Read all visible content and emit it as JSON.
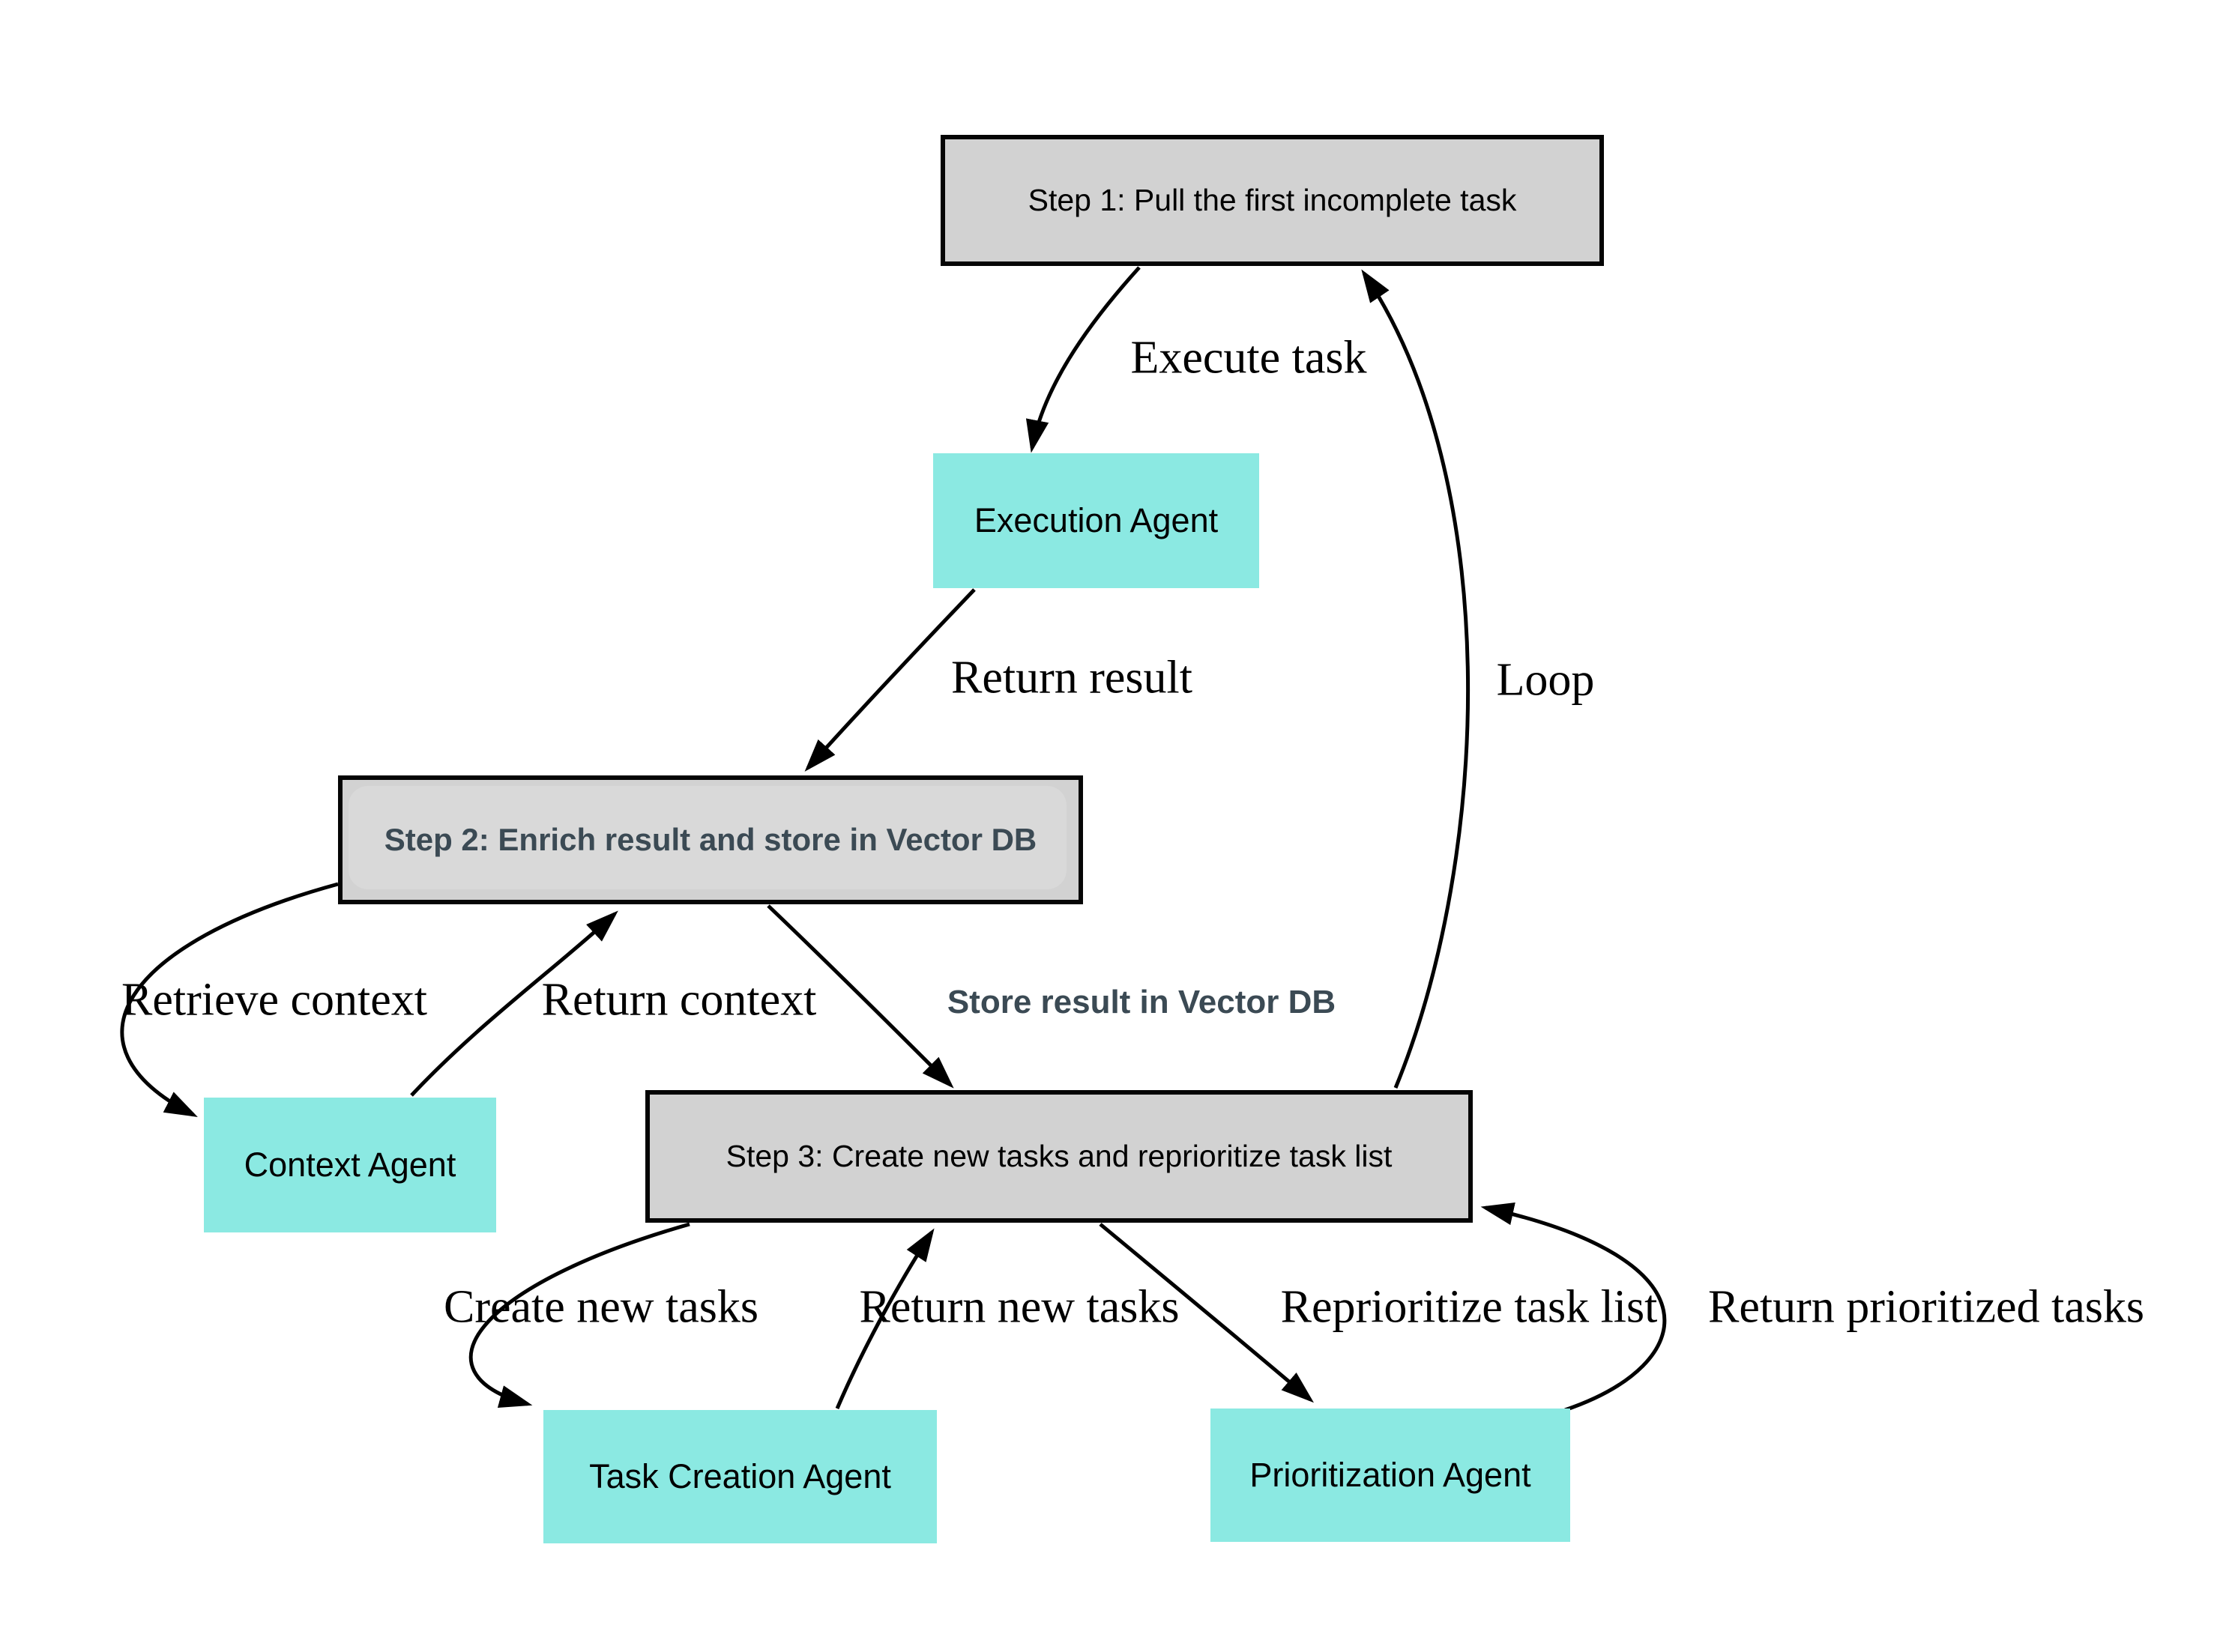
{
  "diagram": {
    "colors": {
      "background": "#ffffff",
      "step_fill": "#d2d2d2",
      "step_border": "#050505",
      "agent_fill": "#8be9e2",
      "step2_text": "#3b4a54",
      "edge_stroke": "#000000",
      "node_text": "#000000"
    },
    "nodes": {
      "step1": {
        "label": "Step 1: Pull the first incomplete task",
        "kind": "step"
      },
      "execution_agent": {
        "label": "Execution Agent",
        "kind": "agent"
      },
      "step2": {
        "label": "Step 2: Enrich result and store in Vector DB",
        "kind": "step"
      },
      "context_agent": {
        "label": "Context Agent",
        "kind": "agent"
      },
      "step3": {
        "label": "Step 3: Create new tasks and reprioritize task list",
        "kind": "step"
      },
      "task_creation_agent": {
        "label": "Task Creation Agent",
        "kind": "agent"
      },
      "prioritization_agent": {
        "label": "Prioritization Agent",
        "kind": "agent"
      }
    },
    "edges": {
      "execute_task": {
        "label": "Execute task",
        "from": "step1",
        "to": "execution_agent"
      },
      "return_result": {
        "label": "Return result",
        "from": "execution_agent",
        "to": "step2"
      },
      "retrieve_context": {
        "label": "Retrieve context",
        "from": "step2",
        "to": "context_agent"
      },
      "return_context": {
        "label": "Return context",
        "from": "context_agent",
        "to": "step2"
      },
      "store_result": {
        "label": "Store result in Vector DB",
        "from": "step2",
        "to": "step3"
      },
      "create_new_tasks": {
        "label": "Create new tasks",
        "from": "step3",
        "to": "task_creation_agent"
      },
      "return_new_tasks": {
        "label": "Return new tasks",
        "from": "task_creation_agent",
        "to": "step3"
      },
      "reprioritize_task_list": {
        "label": "Reprioritize task list",
        "from": "step3",
        "to": "prioritization_agent"
      },
      "return_prioritized_tasks": {
        "label": "Return prioritized tasks",
        "from": "prioritization_agent",
        "to": "step3"
      },
      "loop": {
        "label": "Loop",
        "from": "step3",
        "to": "step1"
      }
    }
  }
}
